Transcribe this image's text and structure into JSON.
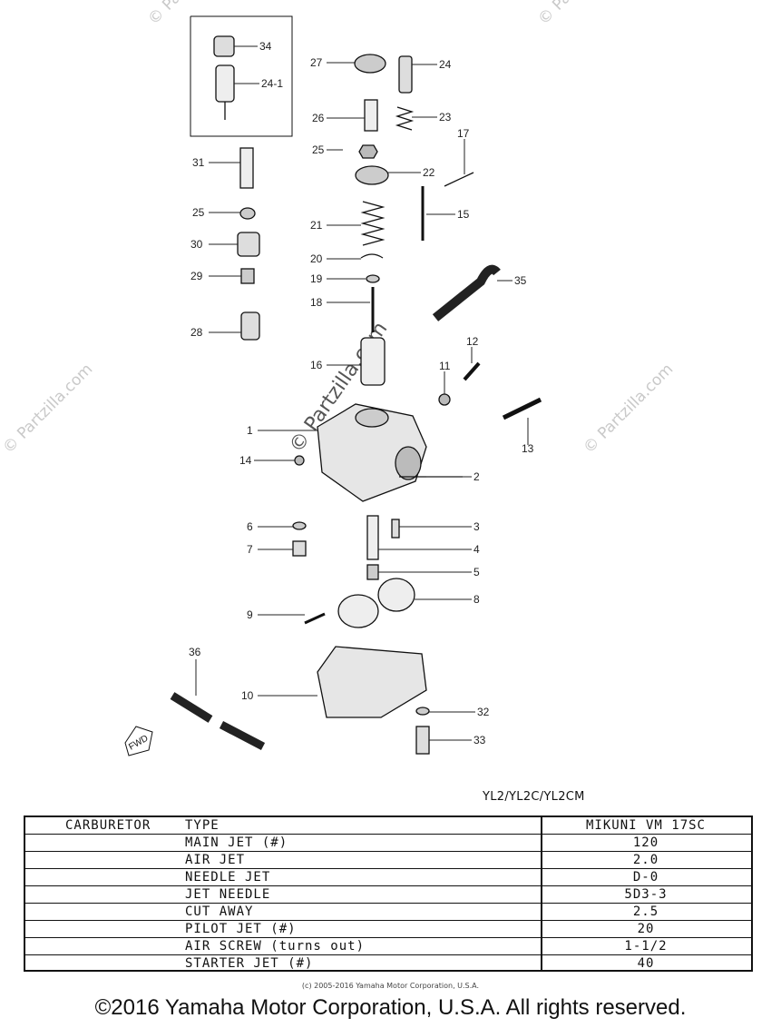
{
  "watermarks": {
    "site": "© Partzilla.com",
    "site_center": "© Partzilla.com"
  },
  "callouts": [
    {
      "id": "c34",
      "text": "34"
    },
    {
      "id": "c24-1",
      "text": "24-1"
    },
    {
      "id": "c27",
      "text": "27"
    },
    {
      "id": "c24",
      "text": "24"
    },
    {
      "id": "c26",
      "text": "26"
    },
    {
      "id": "c23",
      "text": "23"
    },
    {
      "id": "c25a",
      "text": "25"
    },
    {
      "id": "c17",
      "text": "17"
    },
    {
      "id": "c31",
      "text": "31"
    },
    {
      "id": "c22",
      "text": "22"
    },
    {
      "id": "c25b",
      "text": "25"
    },
    {
      "id": "c15",
      "text": "15"
    },
    {
      "id": "c21",
      "text": "21"
    },
    {
      "id": "c30",
      "text": "30"
    },
    {
      "id": "c20",
      "text": "20"
    },
    {
      "id": "c29",
      "text": "29"
    },
    {
      "id": "c19",
      "text": "19"
    },
    {
      "id": "c35",
      "text": "35"
    },
    {
      "id": "c18",
      "text": "18"
    },
    {
      "id": "c28",
      "text": "28"
    },
    {
      "id": "c12",
      "text": "12"
    },
    {
      "id": "c16",
      "text": "16"
    },
    {
      "id": "c11",
      "text": "11"
    },
    {
      "id": "c1",
      "text": "1"
    },
    {
      "id": "c13",
      "text": "13"
    },
    {
      "id": "c14",
      "text": "14"
    },
    {
      "id": "c2",
      "text": "2"
    },
    {
      "id": "c6",
      "text": "6"
    },
    {
      "id": "c3",
      "text": "3"
    },
    {
      "id": "c7",
      "text": "7"
    },
    {
      "id": "c4",
      "text": "4"
    },
    {
      "id": "c5",
      "text": "5"
    },
    {
      "id": "c8",
      "text": "8"
    },
    {
      "id": "c9",
      "text": "9"
    },
    {
      "id": "c36",
      "text": "36"
    },
    {
      "id": "c10",
      "text": "10"
    },
    {
      "id": "c32",
      "text": "32"
    },
    {
      "id": "c33",
      "text": "33"
    }
  ],
  "fwd_arrow": "FWD",
  "model_label": "YL2/YL2C/YL2CM",
  "spec_table": {
    "group_label": "CARBURETOR",
    "rows": [
      {
        "label": "TYPE",
        "value": "MIKUNI VM 17SC"
      },
      {
        "label": "MAIN JET (#)",
        "value": "120"
      },
      {
        "label": "AIR JET",
        "value": "2.0"
      },
      {
        "label": "NEEDLE JET",
        "value": "D-0"
      },
      {
        "label": "JET NEEDLE",
        "value": "5D3-3"
      },
      {
        "label": "CUT AWAY",
        "value": "2.5"
      },
      {
        "label": "PILOT JET (#)",
        "value": "20"
      },
      {
        "label": "AIR SCREW (turns out)",
        "value": "1-1/2"
      },
      {
        "label": "STARTER JET (#)",
        "value": "40"
      }
    ]
  },
  "small_copyright": "(c) 2005-2016 Yamaha Motor Corporation, U.S.A.",
  "big_copyright": "©2016 Yamaha Motor Corporation, U.S.A. All rights reserved."
}
